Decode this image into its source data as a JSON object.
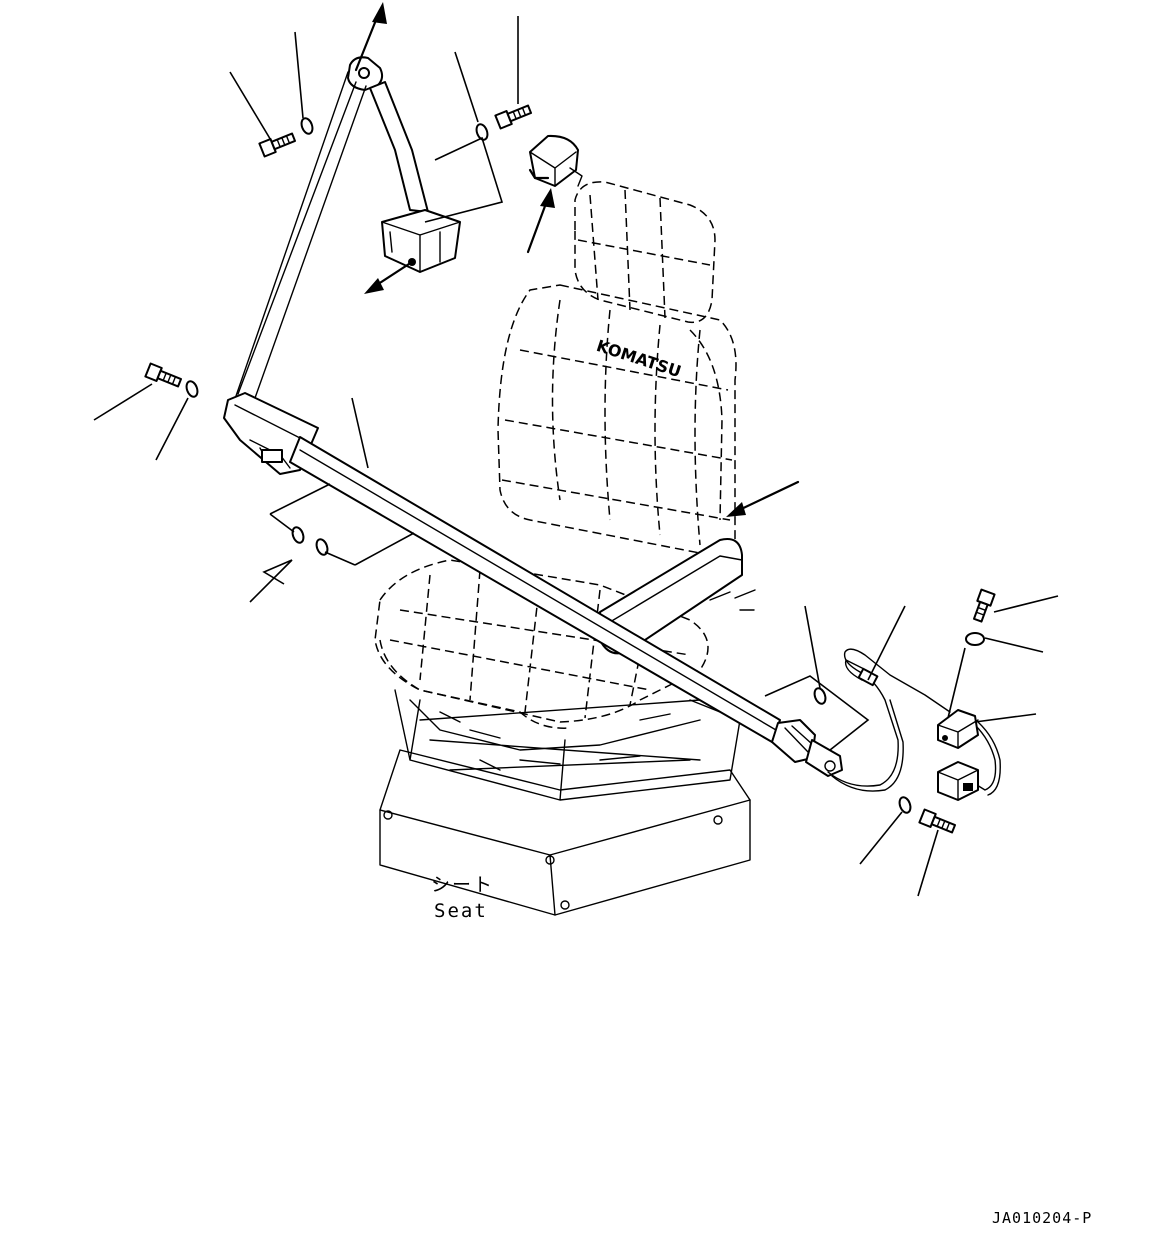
{
  "labels": {
    "seat_jp": "シート",
    "seat_en": "Seat",
    "drawing_code": "JA010204-P",
    "seat_brand": "KOMATSU"
  },
  "colors": {
    "line": "#000000",
    "background": "#ffffff"
  },
  "parts": [
    "seat",
    "headrest",
    "seat-belt-retractor",
    "seat-belt-webbing",
    "seat-belt-buckle-bar",
    "buckle-wire-harness",
    "harness-connector",
    "bolt",
    "washer",
    "leader-line",
    "direction-arrow"
  ]
}
